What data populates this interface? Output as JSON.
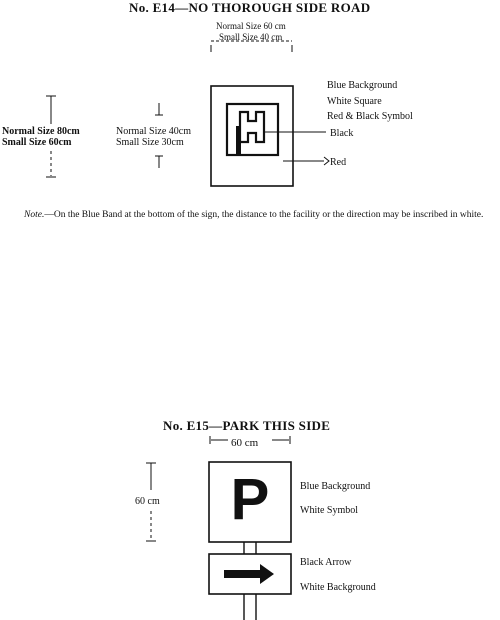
{
  "e14": {
    "title": "No. E14—NO THOROUGH SIDE ROAD",
    "width_normal": "Normal Size 60 cm",
    "width_small": "Small Size 40 cm",
    "outer_normal": "Normal Size 80cm",
    "outer_small": "Small    Size 60cm",
    "inner_normal": "Normal Size 40cm",
    "inner_small": "Small    Size 30cm",
    "legend": [
      "Blue Background",
      "White Square",
      "Red & Black Symbol"
    ],
    "label_black": "Black",
    "label_red": "Red",
    "note_lead": "Note.",
    "note_text": "—On the Blue Band at the bottom of the sign, the distance to the facility or  the  direction may be inscribed in white."
  },
  "e15": {
    "title": "No. E15—PARK THIS SIDE",
    "width": "60 cm",
    "height": "60 cm",
    "symbol": "P",
    "blue_bg": "Blue Background",
    "white_symbol": "White Symbol",
    "black_arrow": "Black Arrow",
    "white_bg": "White Background"
  },
  "colors": {
    "ink": "#111111",
    "paper": "#ffffff"
  }
}
